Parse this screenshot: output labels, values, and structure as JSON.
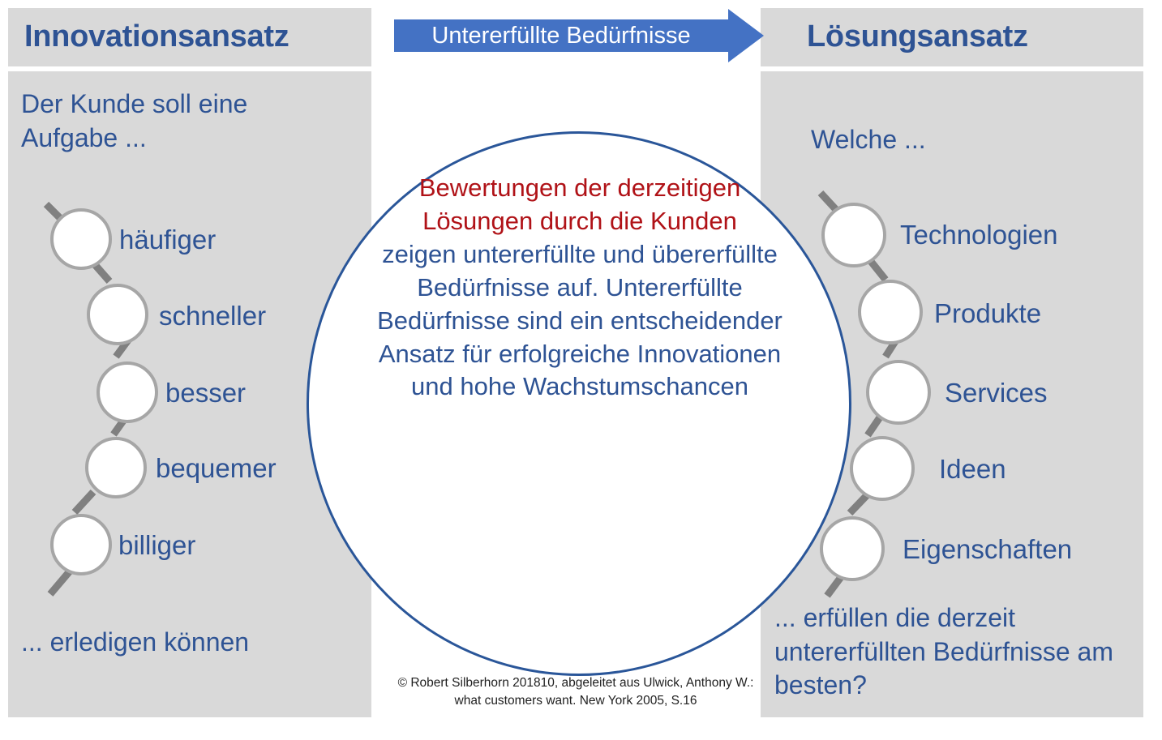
{
  "colors": {
    "panel_gray": "#d9d9d9",
    "text_blue": "#2e5394",
    "accent_blue": "#4472c4",
    "circle_outline_blue": "#2a5699",
    "highlight_red": "#b01217",
    "node_outline_gray": "#a6a6a6",
    "connector_gray": "#808080",
    "background": "#ffffff"
  },
  "banner": {
    "label": "Untererfüllte Bedürfnisse",
    "direction": "right"
  },
  "left_panel": {
    "title": "Innovationsansatz",
    "intro": "Der Kunde soll eine Aufgabe ...",
    "nodes": [
      {
        "label": "häufiger"
      },
      {
        "label": "schneller"
      },
      {
        "label": "besser"
      },
      {
        "label": "bequemer"
      },
      {
        "label": "billiger"
      }
    ],
    "outro": "... erledigen können"
  },
  "right_panel": {
    "title": "Lösungsansatz",
    "intro": "Welche ...",
    "nodes": [
      {
        "label": "Technologien"
      },
      {
        "label": "Produkte"
      },
      {
        "label": "Services"
      },
      {
        "label": "Ideen"
      },
      {
        "label": "Eigenschaften"
      }
    ],
    "outro": "... erfüllen die derzeit untererfüllten Bedürfnisse am besten?"
  },
  "center": {
    "highlight_text": "Bewertungen der derzeitigen Lösungen durch die Kunden",
    "body_text": "zeigen untererfüllte und übererfüllte  Bedürfnisse auf. Untererfüllte Bedürfnisse sind ein entscheidender Ansatz für erfolgreiche Innovationen und hohe Wachstumschancen"
  },
  "footnote": {
    "line1": "© Robert Silberhorn 201810, abgeleitet aus Ulwick, Anthony W.:",
    "line2": "what customers want. New York 2005, S.16"
  }
}
